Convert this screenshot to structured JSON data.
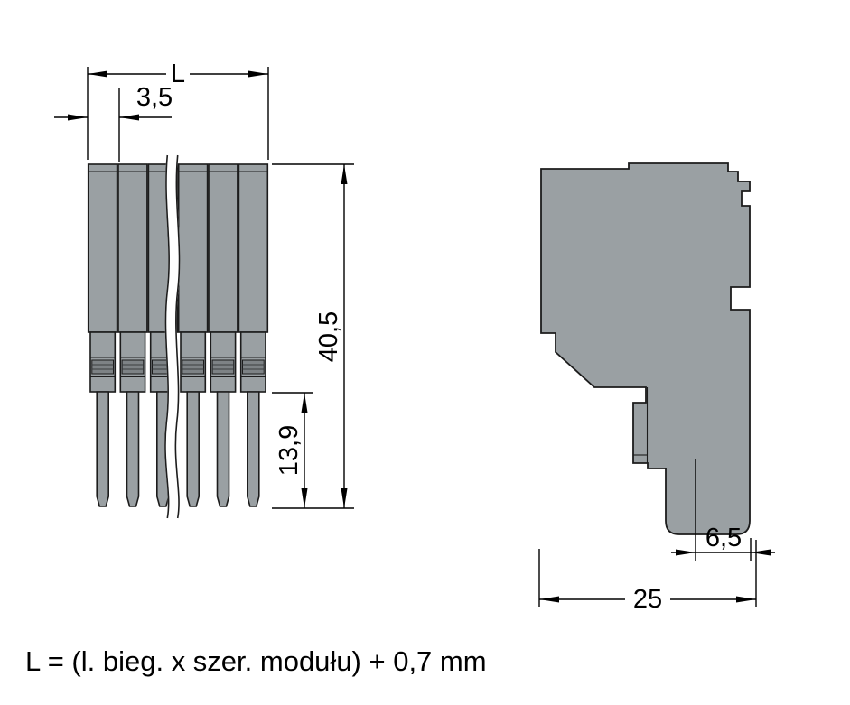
{
  "figure": {
    "front_view": {
      "label_L": "L",
      "label_pitch": "3,5",
      "label_total_height": "40,5",
      "label_pin_length": "13,9"
    },
    "side_view": {
      "label_pin_width": "6,5",
      "label_depth": "25"
    },
    "formula": "L = (l. bieg. x szer. modułu) + 0,7 mm",
    "colors": {
      "body_fill": "#9aa0a3",
      "body_dark": "#7d8285",
      "outline": "#1c1c1c",
      "dimension": "#000000"
    }
  }
}
